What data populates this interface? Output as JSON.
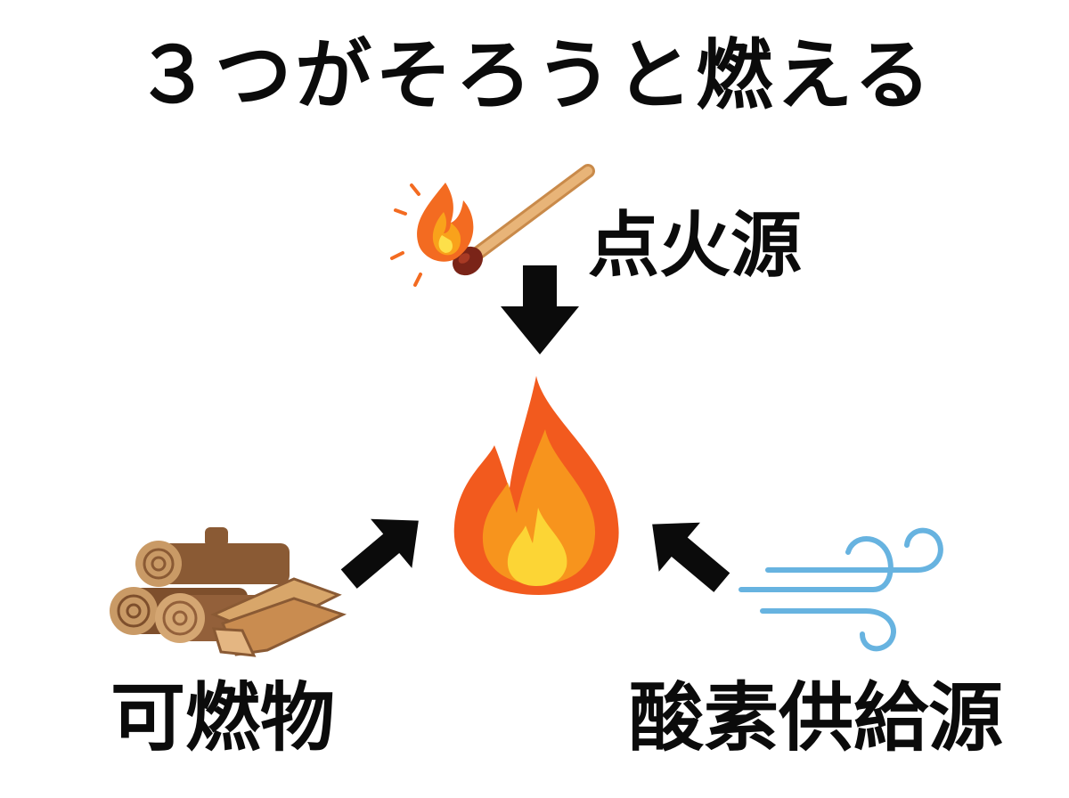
{
  "title": "３つがそろうと燃える",
  "elements": {
    "ignition": {
      "label": "点火源",
      "icon": "match-icon"
    },
    "fuel": {
      "label": "可燃物",
      "icon": "firewood-icon"
    },
    "oxygen": {
      "label": "酸素供給源",
      "icon": "wind-icon"
    },
    "center": {
      "icon": "fire-icon"
    }
  },
  "colors": {
    "text": "#0b0b0b",
    "flame_outer": "#f25a1e",
    "flame_mid": "#f7941d",
    "flame_inner": "#fcd535",
    "wood": "#9b6a43",
    "wind": "#67b3e0"
  }
}
